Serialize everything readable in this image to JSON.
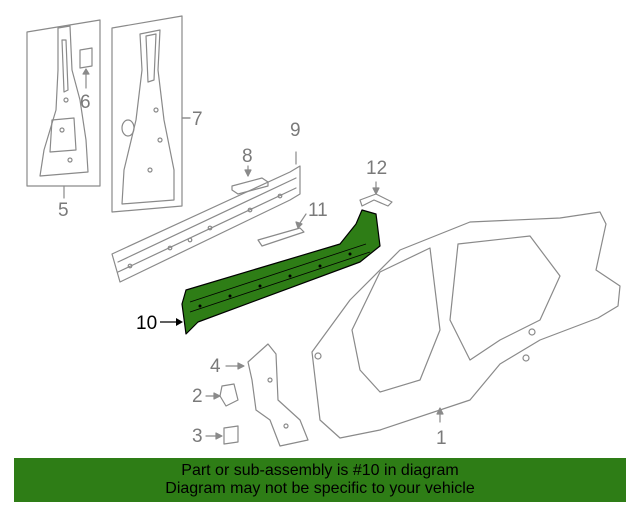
{
  "diagram": {
    "highlight_color": "#2e7d16",
    "line_color": "#8a8a8a",
    "callouts": {
      "c1": "1",
      "c2": "2",
      "c3": "3",
      "c4": "4",
      "c5": "5",
      "c6": "6",
      "c7": "7",
      "c8": "8",
      "c9": "9",
      "c10": "10",
      "c11": "11",
      "c12": "12"
    }
  },
  "banner": {
    "line1": "Part or sub-assembly is #10 in diagram",
    "line2": "Diagram may not be specific to your vehicle"
  }
}
